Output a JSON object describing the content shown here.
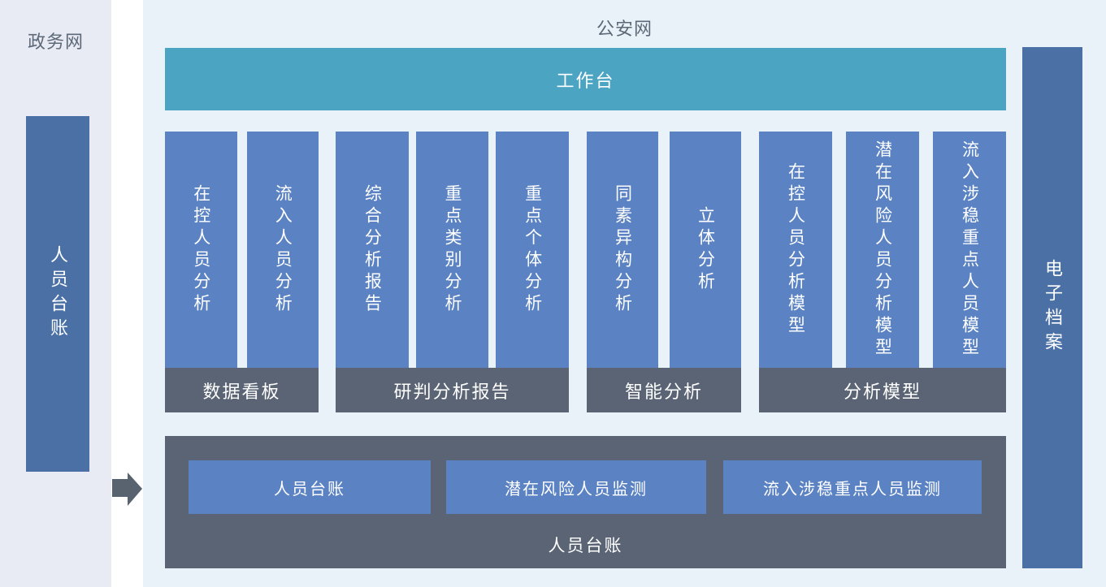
{
  "gov_network": {
    "title": "政务网",
    "bar_label": "人员台账"
  },
  "police_network": {
    "title": "公安网",
    "workbench_label": "工作台",
    "groups": [
      {
        "footer": "数据看板",
        "columns": [
          "在控人员分析",
          "流入人员分析"
        ]
      },
      {
        "footer": "研判分析报告",
        "columns": [
          "综合分析报告",
          "重点类别分析",
          "重点个体分析"
        ]
      },
      {
        "footer": "智能分析",
        "columns": [
          "同素异构分析",
          "立体分析"
        ]
      },
      {
        "footer": "分析模型",
        "columns": [
          "在控人员分析模型",
          "潜在风险人员分析模型",
          "流入涉稳重点人员模型"
        ]
      }
    ],
    "bottom_panel": {
      "buttons": [
        "人员台账",
        "潜在风险人员监测",
        "流入涉稳重点人员监测"
      ],
      "label": "人员台账"
    },
    "archive_bar_label": "电子档案"
  },
  "icons": {
    "flow_arrow": "right-arrow"
  },
  "colors": {
    "gov_panel_bg": "#e8ebf4",
    "police_panel_bg": "#e9f2f8",
    "workbench_teal": "#4ba4c2",
    "column_blue": "#5b83c4",
    "side_bar_blue": "#4a70a6",
    "dark_gray": "#5a6474",
    "title_text": "#5d6878",
    "white_text": "#ffffff"
  }
}
